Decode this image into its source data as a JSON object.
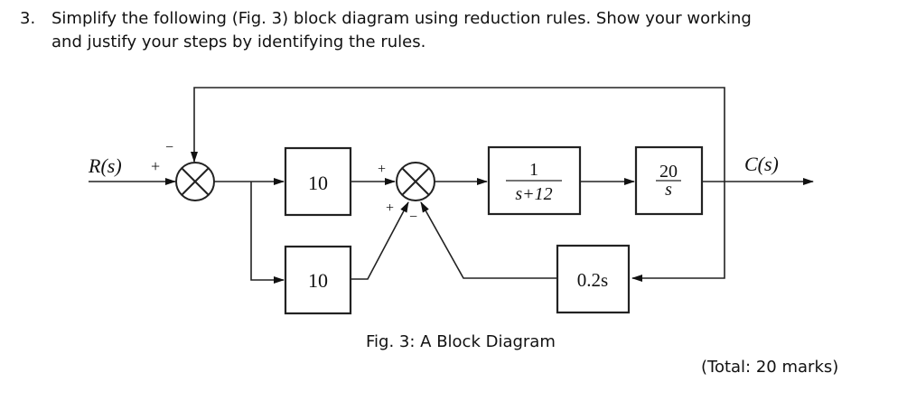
{
  "question": {
    "number": "3.",
    "line1": "Simplify the following (Fig. 3) block diagram using reduction rules. Show your working",
    "line2": "and justify your steps by identifying the rules."
  },
  "diagram": {
    "input_label": "R(s)",
    "output_label": "C(s)",
    "summer1": {
      "sign_left": "+",
      "sign_top": "−"
    },
    "summer2": {
      "sign_left": "+",
      "sign_bottom_left": "+",
      "sign_bottom": "−"
    },
    "blocks": {
      "gain_top": "10",
      "gain_bottom": "10",
      "plant_num": "1",
      "plant_den": "s+12",
      "integrator_num": "20",
      "integrator_den": "s",
      "feedback": "0.2s"
    }
  },
  "caption": "Fig. 3: A Block Diagram",
  "marks": "(Total: 20 marks)"
}
